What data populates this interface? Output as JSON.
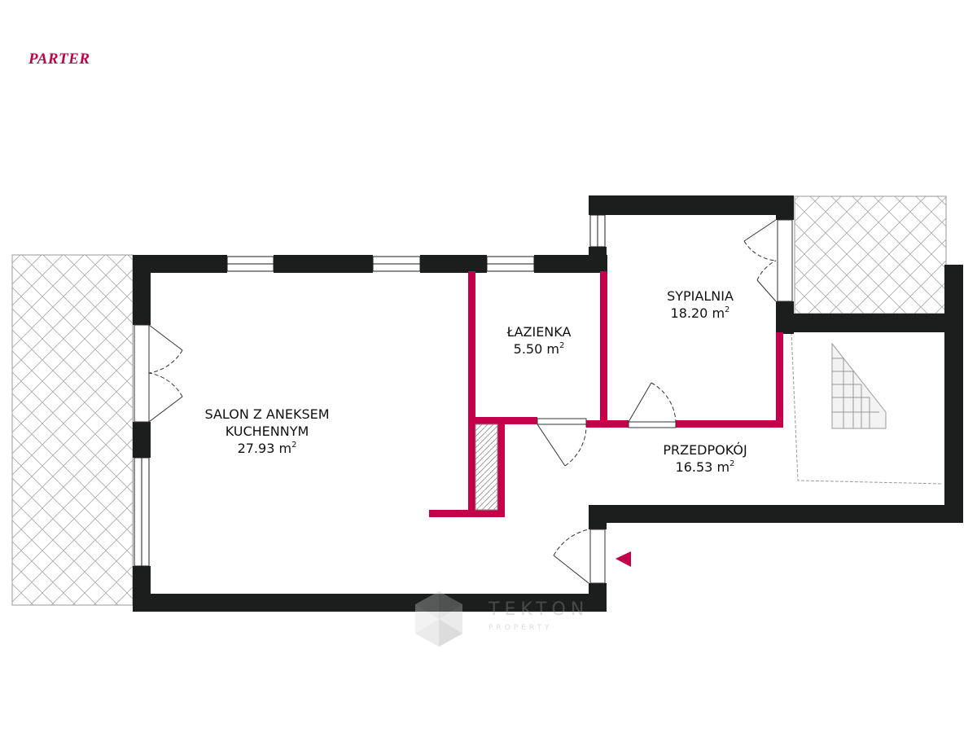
{
  "plan": {
    "floor_label": "PARTER",
    "area_unit": "m",
    "area_power": "2",
    "colors": {
      "exterior_wall": "#1c1d1d",
      "interior_wall": "#c4004a",
      "accent": "#c4004a",
      "hatch": "#8a8a8a"
    },
    "rooms": [
      {
        "name_lines": [
          "SALON Z ANEKSEM",
          "KUCHENNYM"
        ],
        "area": "27.93"
      },
      {
        "name_lines": [
          "ŁAZIENKA"
        ],
        "area": "5.50"
      },
      {
        "name_lines": [
          "SYPIALNIA"
        ],
        "area": "18.20"
      },
      {
        "name_lines": [
          "PRZEDPOKÓJ"
        ],
        "area": "16.53"
      }
    ],
    "entrance_marker_icon": "entrance-triangle-icon",
    "logo": {
      "name": "TEKTON",
      "sub": "PROPERTY"
    }
  }
}
